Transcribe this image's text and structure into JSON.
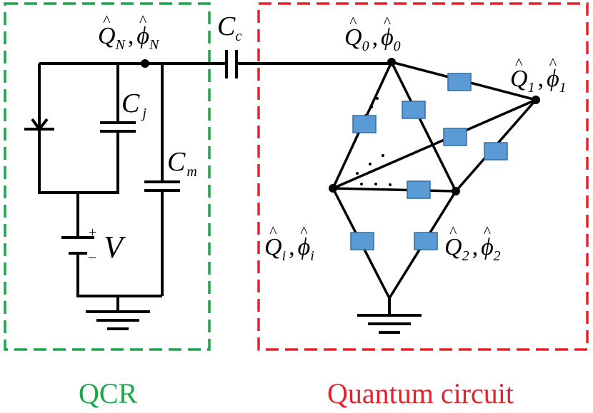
{
  "colors": {
    "qcr": "#1aa64a",
    "quantum": "#e8202a",
    "resistor": "#5b9bd5",
    "resistor_stroke": "#2e6da4",
    "wire": "#000000"
  },
  "labels": {
    "QN": {
      "q": "Q",
      "q_sub": "N",
      "phi": "ϕ",
      "phi_sub": "N"
    },
    "Cc": {
      "main": "C",
      "sub": "c"
    },
    "Cj": {
      "main": "C",
      "sub": "j"
    },
    "Cm": {
      "main": "C",
      "sub": "m"
    },
    "V": {
      "main": "V",
      "plus": "+",
      "minus": "–"
    },
    "Q0": {
      "q": "Q",
      "q_sub": "0",
      "phi": "ϕ",
      "phi_sub": "0"
    },
    "Q1": {
      "q": "Q",
      "q_sub": "1",
      "phi": "ϕ",
      "phi_sub": "1"
    },
    "Qi": {
      "q": "Q",
      "q_sub": "i",
      "phi": "ϕ",
      "phi_sub": "i"
    },
    "Q2": {
      "q": "Q",
      "q_sub": "2",
      "phi": "ϕ",
      "phi_sub": "2"
    }
  },
  "captions": {
    "qcr": "QCR",
    "quantum": "Quantum circuit"
  }
}
